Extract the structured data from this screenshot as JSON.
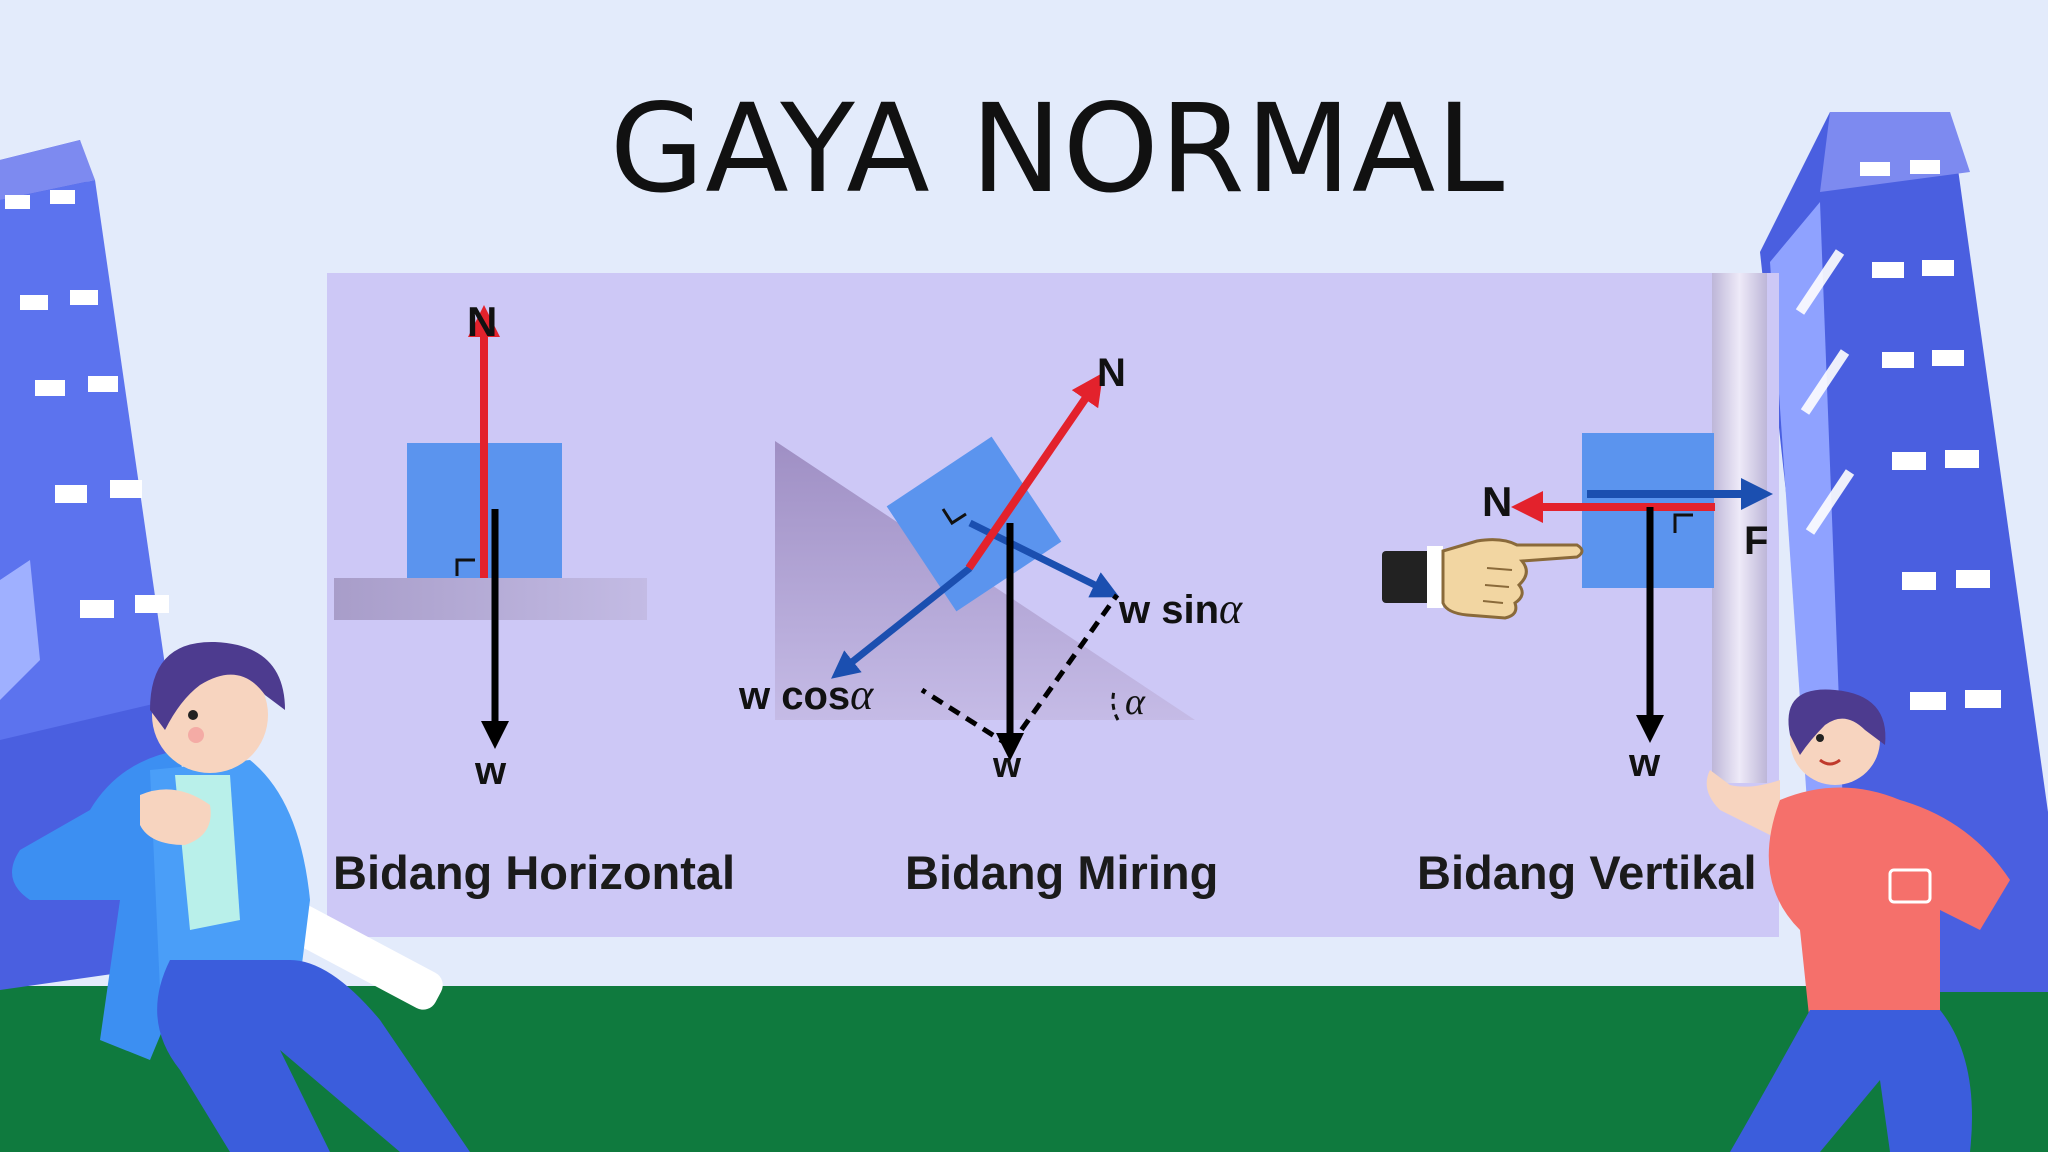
{
  "slide": {
    "title": "GAYA NORMAL"
  },
  "diagram": {
    "captions": {
      "horizontal": "Bidang Horizontal",
      "incline": "Bidang Miring",
      "vertical": "Bidang Vertikal"
    },
    "labels": {
      "normal": "N",
      "weight": "w",
      "force": "F",
      "w_sin": "w sin",
      "w_cos": "w cos",
      "alpha": "α"
    },
    "colors": {
      "normal_arrow": "#e3222c",
      "component_arrow": "#1b4fb0",
      "weight_arrow": "#000000",
      "block": "#5b94ee",
      "panel": "#cdc8f6",
      "ground": "#0f7a3e",
      "background": "#e3ebfb"
    }
  },
  "decor": {
    "left_building": "building-icon",
    "right_building": "building-icon",
    "left_character": "person-running-blue-jacket",
    "right_character": "person-running-red-shirt"
  }
}
